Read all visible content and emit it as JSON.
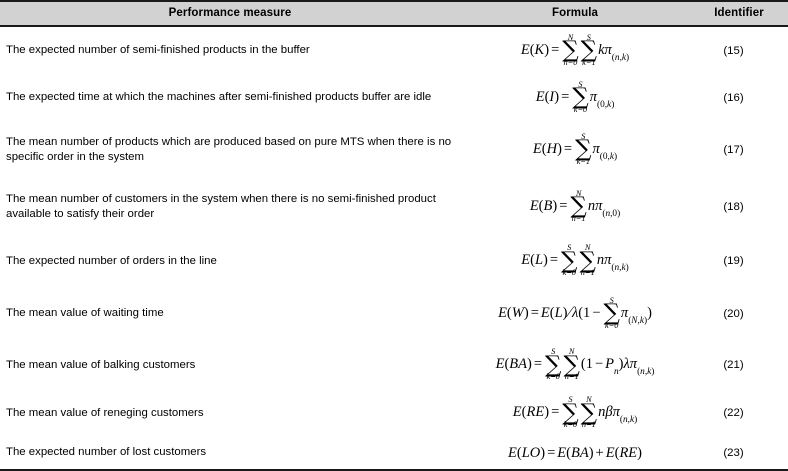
{
  "table": {
    "headers": {
      "measure": "Performance measure",
      "formula": "Formula",
      "identifier": "Identifier"
    },
    "rows": [
      {
        "measure": "The expected number of semi-finished products in the buffer",
        "formula_text": "E(K) = sum_{n=0}^{N} sum_{k=1}^{S} k*pi_(n,k)",
        "identifier": "(15)",
        "formula": {
          "lhs": "E(K)",
          "sums": [
            {
              "upper": "N",
              "lower_var": "n",
              "lower_val": "0"
            },
            {
              "upper": "S",
              "lower_var": "k",
              "lower_val": "1"
            }
          ],
          "body_prefix": "k",
          "pi_sub": "(n,k)"
        }
      },
      {
        "measure": "The expected time at which the machines after semi-finished products buffer are idle",
        "formula_text": "E(I) = sum_{k=0}^{S} pi_(0,k)",
        "identifier": "(16)",
        "formula": {
          "lhs": "E(I)",
          "sums": [
            {
              "upper": "S",
              "lower_var": "k",
              "lower_val": "0"
            }
          ],
          "body_prefix": "",
          "pi_sub": "(0,k)"
        }
      },
      {
        "measure": "The mean number of products which are produced based on pure MTS when there is no specific order in the system",
        "formula_text": "E(H) = sum_{k=1}^{S} pi_(0,k)",
        "identifier": "(17)",
        "formula": {
          "lhs": "E(H)",
          "sums": [
            {
              "upper": "S",
              "lower_var": "k",
              "lower_val": "1"
            }
          ],
          "body_prefix": "",
          "pi_sub": "(0,k)"
        }
      },
      {
        "measure": "The mean number of customers in the system when there is no semi-finished product available to satisfy their order",
        "formula_text": "E(B) = sum_{n=1}^{N} n*pi_(n,0)",
        "identifier": "(18)",
        "formula": {
          "lhs": "E(B)",
          "sums": [
            {
              "upper": "N",
              "lower_var": "n",
              "lower_val": "1"
            }
          ],
          "body_prefix": "n",
          "pi_sub": "(n,0)"
        }
      },
      {
        "measure": "The expected number of orders in the line",
        "formula_text": "E(L) = sum_{k=0}^{S} sum_{n=1}^{N} n*pi_(n,k)",
        "identifier": "(19)",
        "formula": {
          "lhs": "E(L)",
          "sums": [
            {
              "upper": "S",
              "lower_var": "k",
              "lower_val": "0"
            },
            {
              "upper": "N",
              "lower_var": "n",
              "lower_val": "1"
            }
          ],
          "body_prefix": "n",
          "pi_sub": "(n,k)"
        }
      },
      {
        "measure": "The mean value of waiting time",
        "formula_text": "E(W) = E(L)/lambda (1 - sum_{k=0}^{S} pi_(N,k))",
        "identifier": "(20)",
        "formula": {
          "lhs": "E(W)",
          "special": "waiting-time",
          "numerator": "E(L)",
          "denominator_symbol": "λ",
          "sums": [
            {
              "upper": "S",
              "lower_var": "k",
              "lower_val": "0"
            }
          ],
          "pi_sub": "(N,k)"
        }
      },
      {
        "measure": "The mean value of balking customers",
        "formula_text": "E(BA) = sum_{k=0}^{S} sum_{n=1}^{N} (1 - P_n) lambda pi_(n,k)",
        "identifier": "(21)",
        "formula": {
          "lhs": "E(BA)",
          "special": "balking",
          "sums": [
            {
              "upper": "S",
              "lower_var": "k",
              "lower_val": "0"
            },
            {
              "upper": "N",
              "lower_var": "n",
              "lower_val": "1"
            }
          ],
          "factor_symbol": "λ",
          "pi_sub": "(n,k)"
        }
      },
      {
        "measure": "The mean value of reneging customers",
        "formula_text": "E(RE) = sum_{k=0}^{S} sum_{n=1}^{N} n*beta*pi_(n,k)",
        "identifier": "(22)",
        "formula": {
          "lhs": "E(RE)",
          "sums": [
            {
              "upper": "S",
              "lower_var": "k",
              "lower_val": "0"
            },
            {
              "upper": "N",
              "lower_var": "n",
              "lower_val": "1"
            }
          ],
          "body_prefix": "nβ",
          "pi_sub": "(n,k)"
        }
      },
      {
        "measure": "The expected number of lost customers",
        "formula_text": "E(LO) = E(BA) + E(RE)",
        "identifier": "(23)",
        "formula": {
          "lhs": "E(LO)",
          "special": "simple-sum",
          "terms": [
            "E(BA)",
            "E(RE)"
          ]
        }
      }
    ]
  },
  "colors": {
    "header_background": "#d2d2d2",
    "rule": "#1a1a1a",
    "text": "#000000",
    "page_background": "#ffffff"
  }
}
